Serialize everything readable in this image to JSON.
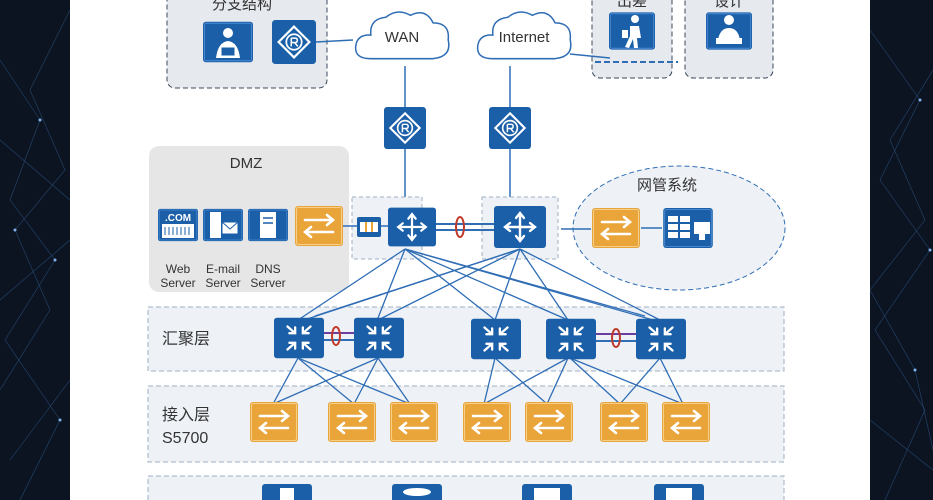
{
  "branch": {
    "label": "分支结构"
  },
  "clouds": {
    "wan": "WAN",
    "internet": "Internet"
  },
  "remote": {
    "travel_label": "出差",
    "office_label": "设计"
  },
  "dmz": {
    "title": "DMZ",
    "servers": [
      {
        "icon_text": ".COM",
        "name_line1": "Web",
        "name_line2": "Server"
      },
      {
        "icon_text": "",
        "name_line1": "E-mail",
        "name_line2": "Server"
      },
      {
        "icon_text": "",
        "name_line1": "DNS",
        "name_line2": "Server"
      }
    ]
  },
  "nms": {
    "label": "网管系统"
  },
  "layers": {
    "aggregation": {
      "label": "汇聚层"
    },
    "access": {
      "label_line1": "接入层",
      "label_line2": "S5700"
    }
  },
  "colors": {
    "device_blue": "#1a5fa8",
    "switch_orange": "#e9a43a",
    "zone_fill": "#eef2f7",
    "zone_border": "#9fb0c4",
    "link_blue": "#2f6db5",
    "stack_link": "#c0392b"
  }
}
